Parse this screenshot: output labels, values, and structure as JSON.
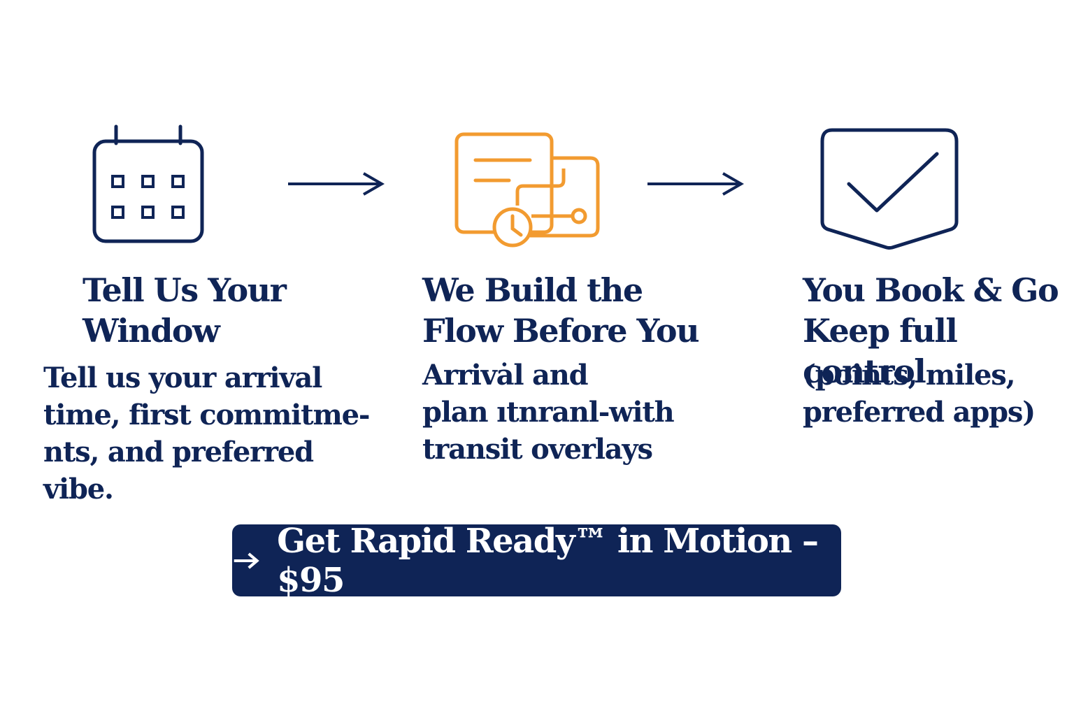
{
  "colors": {
    "navy": "#0f2456",
    "orange": "#f29b30",
    "background": "#ffffff"
  },
  "steps": [
    {
      "icon": "calendar-icon",
      "title": "Tell Us Your\nWindow",
      "description": "Tell us your arrival\ntime, first commitme-\nnts, and preferred\nvibe."
    },
    {
      "icon": "itinerary-flow-icon",
      "title": "We Build  the\nFlow Before You",
      "description": "Arrivȧl and\nplan ıtnranl-with\ntransit overlays"
    },
    {
      "icon": "checkmark-shield-icon",
      "title": "You Book & Go\nKeep full control",
      "description": "(points, miles,\npreferred apps)"
    }
  ],
  "cta": {
    "label": "Get Rapid Ready™ in Motion – $95",
    "icon": "arrow-right-icon"
  }
}
